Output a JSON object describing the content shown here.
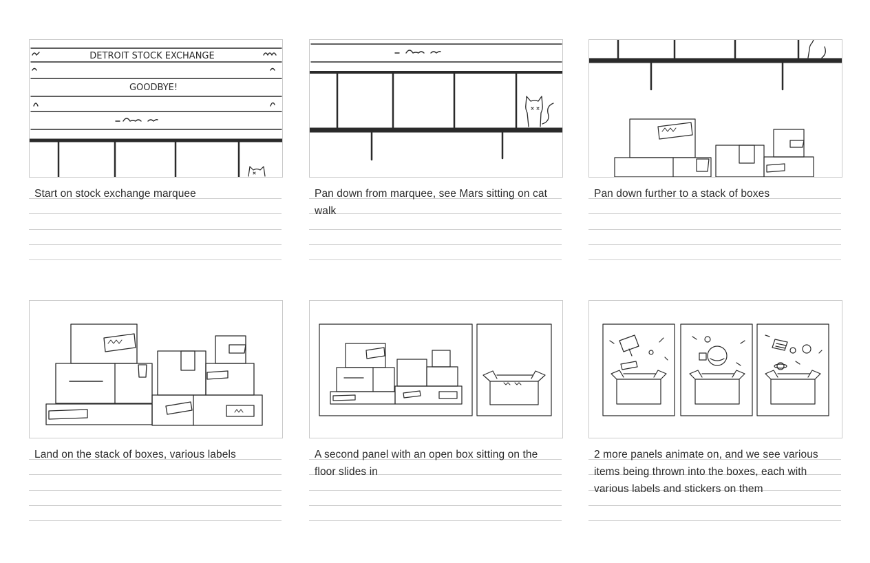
{
  "panels": [
    {
      "caption": "Start on stock exchange marquee",
      "marquee_line1": "DETROIT STOCK EXCHANGE",
      "marquee_line2": "GOODBYE!"
    },
    {
      "caption": "Pan down from marquee, see Mars sitting on cat walk"
    },
    {
      "caption": "Pan down further to a stack of boxes"
    },
    {
      "caption": "Land on the stack of boxes, various labels"
    },
    {
      "caption": "A second panel with an open box sitting on the floor slides in"
    },
    {
      "caption": "2 more panels animate on, and we see various items being thrown into the boxes, each with various labels and stickers on them"
    }
  ]
}
